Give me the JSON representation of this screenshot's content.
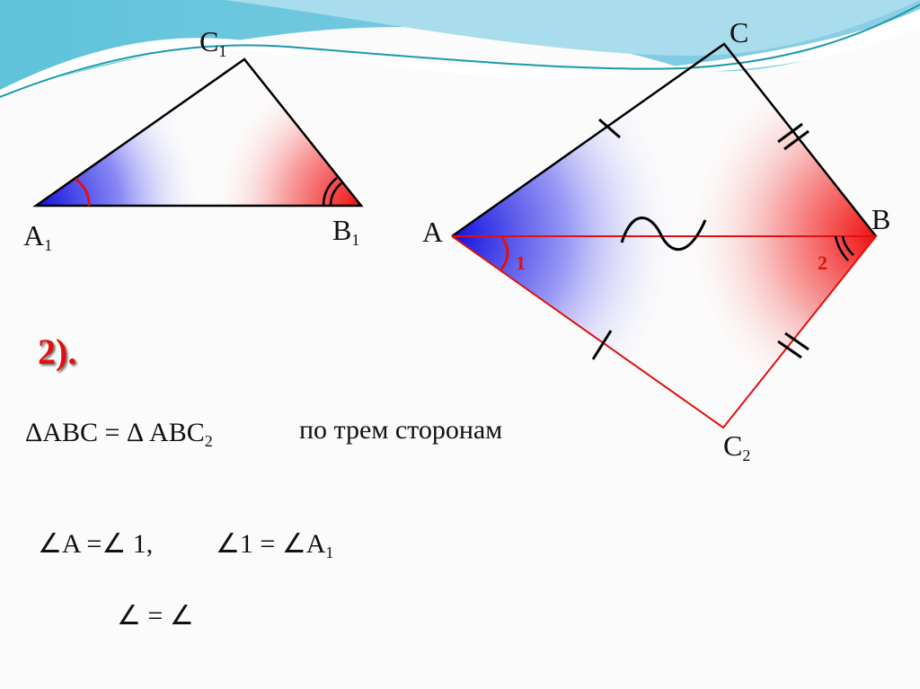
{
  "labels": {
    "C1": "C",
    "C1_sub": "1",
    "A1": "A",
    "A1_sub": "1",
    "B1": "B",
    "B1_sub": "1",
    "A": "A",
    "B": "B",
    "C": "C",
    "C2": "C",
    "C2_sub": "2",
    "angle1": "1",
    "angle2": "2"
  },
  "step": "2).",
  "equation": {
    "left": "ΔABC = ",
    "right": "Δ ABC",
    "right_sub": "2",
    "reason": "по трем сторонам"
  },
  "angles_line": {
    "a": "∠A =∠ 1,",
    "b": "∠1  = ∠A",
    "b_sub": "1"
  },
  "last_line": "∠     = ∠",
  "colors": {
    "blue": "#2a2af0",
    "red": "#f01010",
    "accent_red": "#e01010"
  }
}
